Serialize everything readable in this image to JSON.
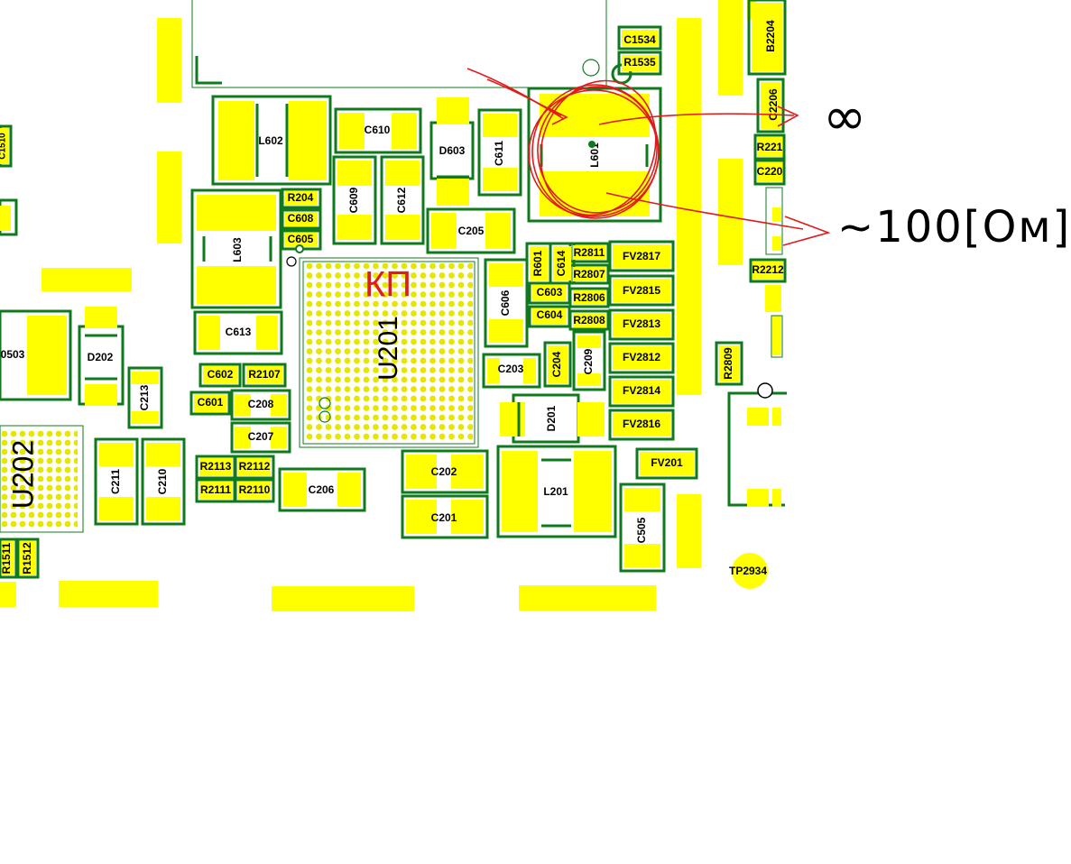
{
  "colors": {
    "pad": "#ffff00",
    "outline": "#0f7a1c",
    "ink": "#000000",
    "marker": "#e01b1b",
    "grid_dot": "#e6e600"
  },
  "components": {
    "C1534": "C1534",
    "R1535": "R1535",
    "B2204": "B2204",
    "C2206": "C2206",
    "R2211": "R221",
    "C2207": "C220",
    "R2212": "R2212",
    "L602": "L602",
    "C610": "C610",
    "D603": "D603",
    "C611": "C611",
    "L601": "L601",
    "R204": "R204",
    "C608": "C608",
    "C605": "C605",
    "C609": "C609",
    "C612": "C612",
    "C205": "C205",
    "L603": "L603",
    "U201": "U201",
    "R601": "R601",
    "C614": "C614",
    "R2811": "R2811",
    "R2807": "R2807",
    "R2806": "R2806",
    "R2808": "R2808",
    "C603": "C603",
    "C604": "C604",
    "C606": "C606",
    "FV2817": "FV2817",
    "FV2815": "FV2815",
    "FV2813": "FV2813",
    "FV2812": "FV2812",
    "FV2814": "FV2814",
    "FV2816": "FV2816",
    "C613": "C613",
    "D202": "D202",
    "C213": "C213",
    "D503": "0503",
    "C602": "C602",
    "R2107": "R2107",
    "C601": "C601",
    "C208": "C208",
    "C207": "C207",
    "C203": "C203",
    "C204": "C204",
    "C209": "C209",
    "D201": "D201",
    "R2809": "R2809",
    "U202": "U202",
    "C211": "C211",
    "C210": "C210",
    "R2113": "R2113",
    "R2112": "R2112",
    "R2111": "R2111",
    "R2110": "R2110",
    "C206": "C206",
    "C202": "C202",
    "C201": "C201",
    "L201": "L201",
    "FV201": "FV201",
    "C505": "C505",
    "TP2934": "TP2934",
    "R1511": "R1511",
    "R1512": "R1512",
    "C1510": "C1510"
  },
  "annotations": {
    "handwritten_label": "КП",
    "open_circuit": "∞",
    "resistance": "~100[Ом]"
  }
}
